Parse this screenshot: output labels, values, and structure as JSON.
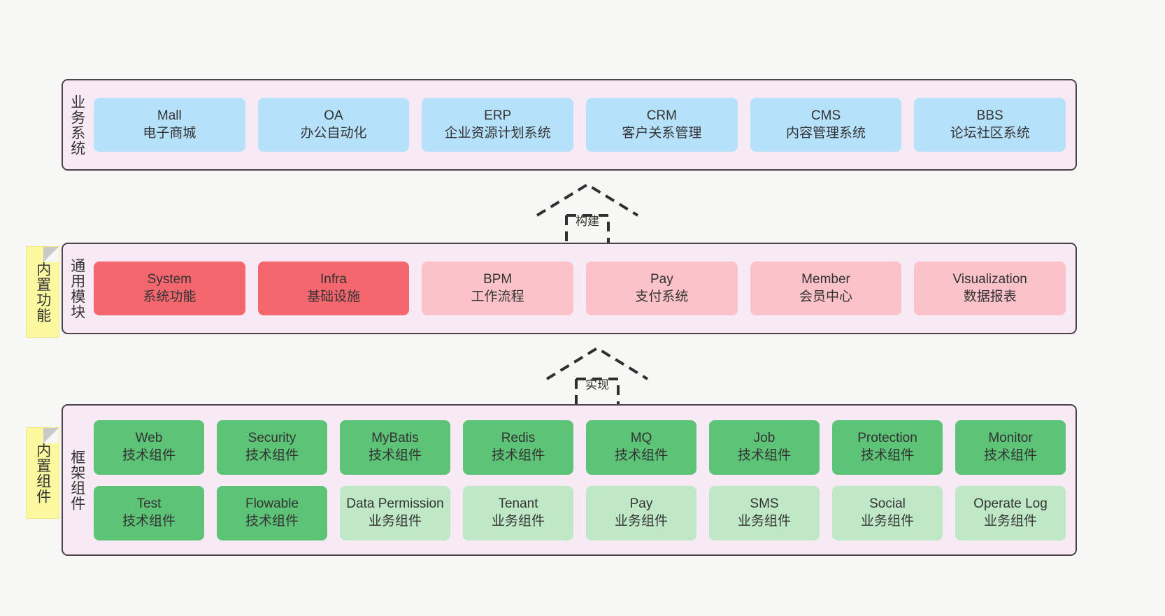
{
  "diagram": {
    "background_color": "#f7f7f5",
    "layer_fill": "#f8eaf4",
    "layer_border": "#4d414c",
    "note_color": "#fbf89f",
    "colors": {
      "business": "#b6e1fb",
      "module_core": "#f4676e",
      "module_optional": "#fbc2ca",
      "framework_tech": "#5cc377",
      "framework_biz": "#bfe8c7"
    }
  },
  "layers": [
    {
      "id": "business",
      "title": "业务系统",
      "note": null,
      "rows": [
        {
          "cards": [
            {
              "t1": "Mall",
              "t2": "电子商城"
            },
            {
              "t1": "OA",
              "t2": "办公自动化"
            },
            {
              "t1": "ERP",
              "t2": "企业资源计划系统"
            },
            {
              "t1": "CRM",
              "t2": "客户关系管理"
            },
            {
              "t1": "CMS",
              "t2": "内容管理系统"
            },
            {
              "t1": "BBS",
              "t2": "论坛社区系统"
            }
          ]
        }
      ]
    },
    {
      "id": "modules",
      "title": "通用模块",
      "note": "内置功能",
      "rows": [
        {
          "cards": [
            {
              "t1": "System",
              "t2": "系统功能"
            },
            {
              "t1": "Infra",
              "t2": "基础设施"
            },
            {
              "t1": "BPM",
              "t2": "工作流程"
            },
            {
              "t1": "Pay",
              "t2": "支付系统"
            },
            {
              "t1": "Member",
              "t2": "会员中心"
            },
            {
              "t1": "Visualization",
              "t2": "数据报表"
            }
          ]
        }
      ]
    },
    {
      "id": "framework",
      "title": "框架组件",
      "note": "内置组件",
      "rows": [
        {
          "cards": [
            {
              "t1": "Web",
              "t2": "技术组件"
            },
            {
              "t1": "Security",
              "t2": "技术组件"
            },
            {
              "t1": "MyBatis",
              "t2": "技术组件"
            },
            {
              "t1": "Redis",
              "t2": "技术组件"
            },
            {
              "t1": "MQ",
              "t2": "技术组件"
            },
            {
              "t1": "Job",
              "t2": "技术组件"
            },
            {
              "t1": "Protection",
              "t2": "技术组件"
            },
            {
              "t1": "Monitor",
              "t2": "技术组件"
            }
          ]
        },
        {
          "cards": [
            {
              "t1": "Test",
              "t2": "技术组件"
            },
            {
              "t1": "Flowable",
              "t2": "技术组件"
            },
            {
              "t1": "Data Permission",
              "t2": "业务组件"
            },
            {
              "t1": "Tenant",
              "t2": "业务组件"
            },
            {
              "t1": "Pay",
              "t2": "业务组件"
            },
            {
              "t1": "SMS",
              "t2": "业务组件"
            },
            {
              "t1": "Social",
              "t2": "业务组件"
            },
            {
              "t1": "Operate Log",
              "t2": "业务组件"
            }
          ]
        }
      ]
    }
  ],
  "connectors": [
    {
      "id": "build",
      "label": "构建"
    },
    {
      "id": "implement",
      "label": "实现"
    }
  ]
}
